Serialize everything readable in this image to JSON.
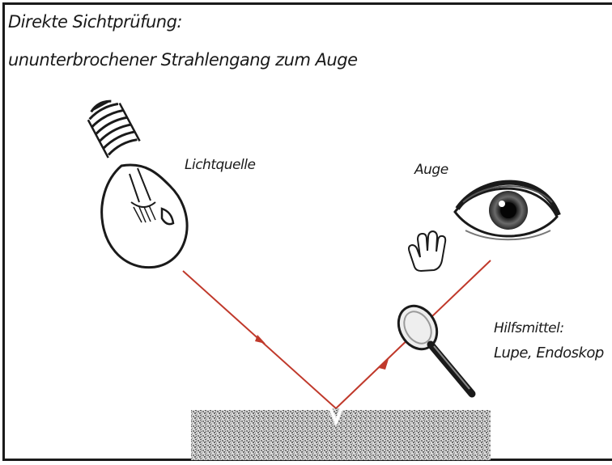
{
  "title": {
    "line1": "Direkte Sichtprüfung:",
    "line2": "ununterbrochener Strahlengang zum Auge"
  },
  "labels": {
    "light_source": "Lichtquelle",
    "eye": "Auge",
    "aids_line1": "Hilfsmittel:",
    "aids_line2": "Lupe, Endoskop"
  },
  "icons": [
    "light-bulb-icon",
    "eye-icon",
    "hand-cursor-icon",
    "magnifier-icon"
  ],
  "colors": {
    "ray": "#c0392b",
    "ink": "#1a1a1a",
    "surface": "#8a8a8a"
  }
}
